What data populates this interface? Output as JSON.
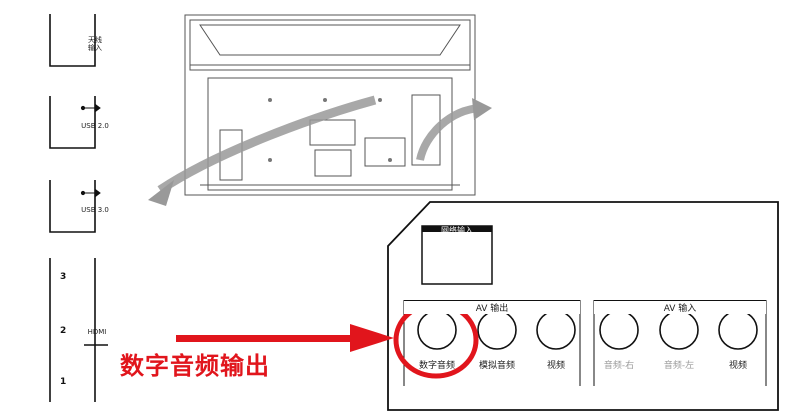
{
  "side_ports": {
    "antenna_label": "天线\n输入",
    "usb2_label": "USB 2.0",
    "usb3_label": "USB 3.0",
    "hdmi_label": "HDMI",
    "hdmi_numbers": [
      "3",
      "2",
      "1"
    ]
  },
  "rear_panel": {
    "network_label": "网络输入",
    "av_output_group": "AV 输出",
    "av_input_group": "AV 输入",
    "jacks": [
      "数字音频",
      "模拟音频",
      "视频",
      "音频-右",
      "音频-左",
      "视频"
    ]
  },
  "callout": {
    "text": "数字音频输出",
    "color": "#e1151c"
  }
}
